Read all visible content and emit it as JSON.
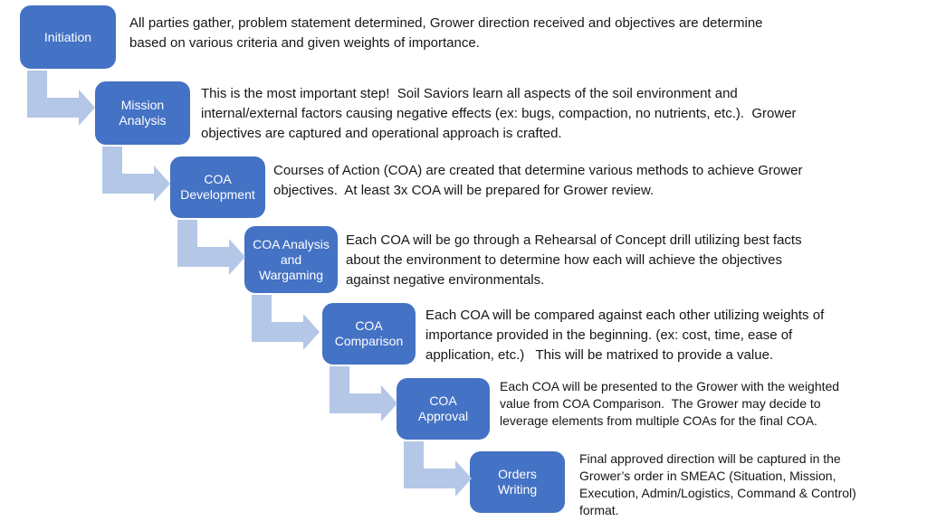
{
  "colors": {
    "box_fill": "#4472C4",
    "arrow_fill": "#B4C7E7",
    "body_text": "#161616",
    "label_text": "#FFFFFF"
  },
  "steps": [
    {
      "label": "Initiation",
      "description": "All parties gather, problem statement determined, Grower direction received and objectives are determine\nbased on various criteria and given weights of importance."
    },
    {
      "label": "Mission\nAnalysis",
      "description": "This is the most important step!  Soil Saviors learn all aspects of the soil environment and\ninternal/external factors causing negative effects (ex: bugs, compaction, no nutrients, etc.).  Grower\nobjectives are captured and operational approach is crafted."
    },
    {
      "label": "COA\nDevelopment",
      "description": "Courses of Action (COA) are created that determine various methods to achieve Grower\nobjectives.  At least 3x COA will be prepared for Grower review."
    },
    {
      "label": "COA Analysis\nand\nWargaming",
      "description": "Each COA will be go through a Rehearsal of Concept drill utilizing best facts\nabout the environment to determine how each will achieve the objectives\nagainst negative environmentals."
    },
    {
      "label": "COA\nComparison",
      "description": "Each COA will be compared against each other utilizing weights of\nimportance provided in the beginning. (ex: cost, time, ease of\napplication, etc.)   This will be matrixed to provide a value."
    },
    {
      "label": "COA\nApproval",
      "description": "Each COA will be presented to the Grower with the weighted\nvalue from COA Comparison.  The Grower may decide to\nleverage elements from multiple COAs for the final COA."
    },
    {
      "label": "Orders\nWriting",
      "description": "Final approved direction will be captured in the\nGrower’s order in SMEAC (Situation, Mission,\nExecution, Admin/Logistics, Command & Control)\nformat."
    }
  ]
}
